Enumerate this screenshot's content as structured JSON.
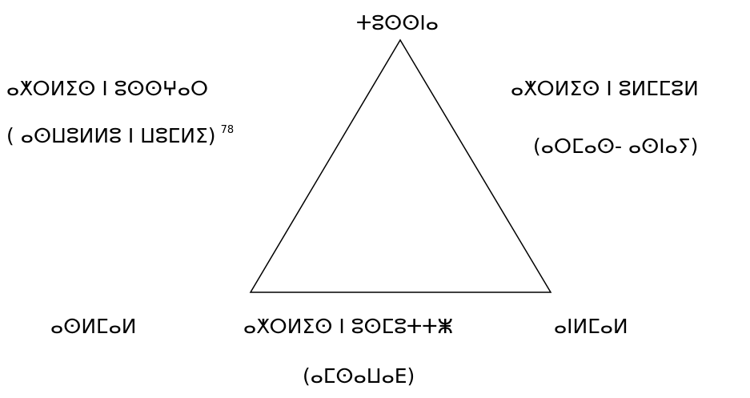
{
  "diagram": {
    "apex_label": "ⵜⵓⵙⵙⵏⴰ",
    "left": {
      "line1": "ⴰⵅⵔⵍⵉⵙ ⵏ ⵓⵙⵙⵖⴰⵔ",
      "line2": "( ⴰⵙⵡⵓⵍⵍⵓ ⵏ ⵡⵓⵎⵍⵉ)",
      "footnote": "78"
    },
    "right": {
      "line1": "ⴰⵅⵔⵍⵉⵙ ⵏ ⵓⵍⵎⵎⵓⵍ",
      "line2": "(ⴰⵔⵎⴰⵙ- ⴰⵙⵏⴰⵢ)"
    },
    "bottom_left": "ⴰⵙⵍⵎⴰⵍ",
    "bottom_center": {
      "line1": "ⴰⵅⵔⵍⵉⵙ ⵏ ⵓⵙⵎⵓⵜⵜⵥ",
      "line2": "(ⴰⵎⵙⴰⵡⴰⴹ)"
    },
    "bottom_right": "ⴰⵏⵍⵎⴰⵍ"
  }
}
